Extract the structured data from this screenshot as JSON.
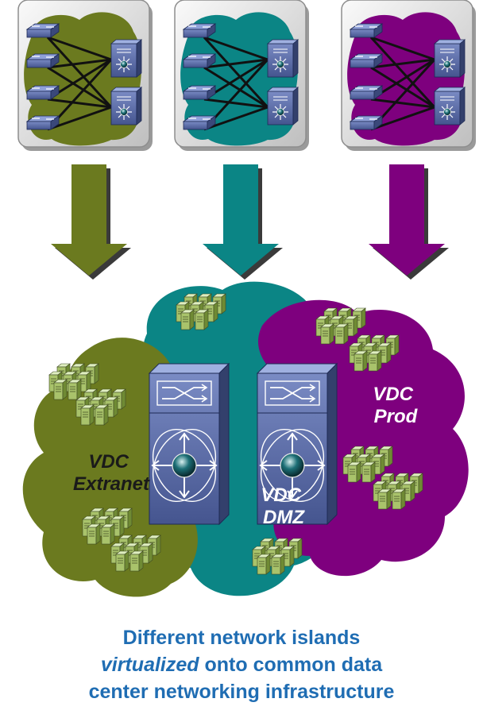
{
  "colors": {
    "olive": "#6b7a1f",
    "teal": "#0b8585",
    "purple": "#7e007e",
    "caption": "#1f6db3",
    "device": "#5d6fae",
    "server": "#a8c06a"
  },
  "islands": [
    {
      "name": "extranet-island",
      "color": "olive"
    },
    {
      "name": "dmz-island",
      "color": "teal"
    },
    {
      "name": "prod-island",
      "color": "purple"
    }
  ],
  "vdc_labels": {
    "extranet": {
      "line1": "VDC",
      "line2": "Extranet"
    },
    "dmz": {
      "line1": "VDC",
      "line2": "DMZ"
    },
    "prod": {
      "line1": "VDC",
      "line2": "Prod"
    }
  },
  "caption": {
    "line1": "Different network islands",
    "line2_italic": "virtualized",
    "line2_rest": " onto common data",
    "line3": "center networking infrastructure"
  }
}
